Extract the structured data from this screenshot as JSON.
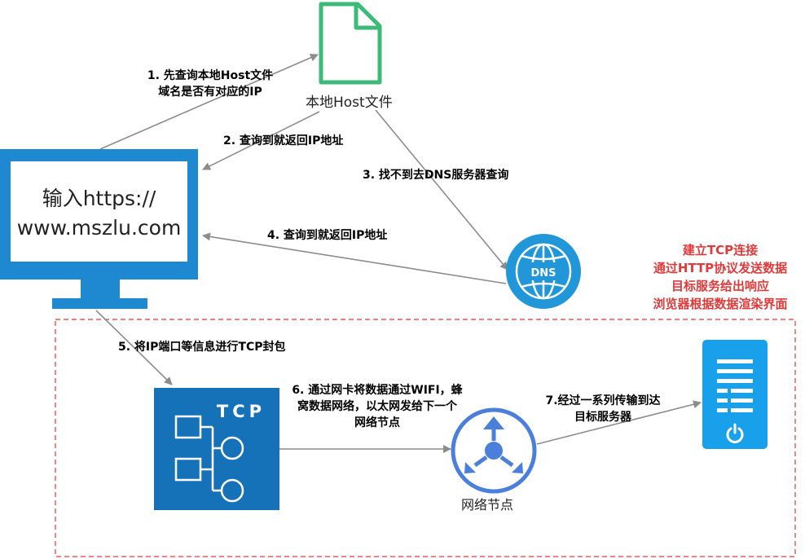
{
  "file_node": {
    "label": "本地Host文件"
  },
  "monitor_node": {
    "line1": "输入https://",
    "line2": "www.mszlu.com"
  },
  "dns_node": {
    "icon_text": "DNS"
  },
  "tcp_node": {
    "title": "TCP"
  },
  "network_node": {
    "label": "网络节点"
  },
  "server_node": {},
  "red_box": {
    "lines": [
      "建立TCP连接",
      "通过HTTP协议发送数据",
      "目标服务给出响应",
      "浏览器根据数据渲染界面"
    ]
  },
  "steps": {
    "s1_line1": "1. 先查询本地Host文件",
    "s1_line2": "域名是否有对应的IP",
    "s2": "2. 查询到就返回IP地址",
    "s3": "3. 找不到去DNS服务器查询",
    "s4": "4. 查询到就返回IP地址",
    "s5": "5. 将IP端口等信息进行TCP封包",
    "s6_line1": "6. 通过网卡将数据通过WIFI，蜂",
    "s6_line2": "窝数据网络，以太网发给下一个",
    "s6_line3": "网络节点",
    "s7_line1": "7.经过一系列传输到达",
    "s7_line2": "目标服务器"
  },
  "colors": {
    "monitor_blue": "#1e88d0",
    "file_green": "#3cba78",
    "dns_blue": "#2196d9",
    "tcp_blue": "#1572b9",
    "network_blue": "#4a7fdc",
    "server_blue": "#18a0ea",
    "red": "#e03a3a",
    "arrow": "#8c8c8c"
  }
}
